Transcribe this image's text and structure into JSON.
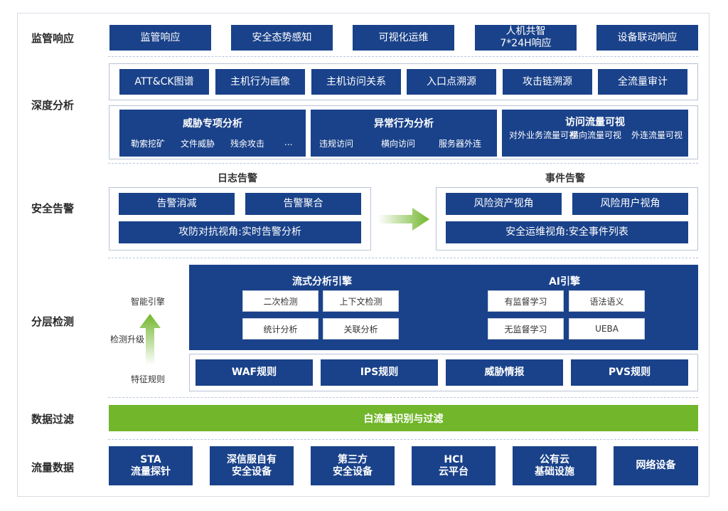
{
  "rows": {
    "monitor": "监管响应",
    "deep": "深度分析",
    "alarm": "安全告警",
    "layered": "分层检测",
    "filter": "数据过滤",
    "traffic": "流量数据"
  },
  "monitor_boxes": [
    "监管响应",
    "安全态势感知",
    "可视化运维",
    [
      "人机共智",
      "7*24H响应"
    ],
    "设备联动响应"
  ],
  "deep_top": [
    "ATT&CK图谱",
    "主机行为画像",
    "主机访问关系",
    "入口点溯源",
    "攻击链溯源",
    "全流量审计"
  ],
  "threat_panel": {
    "title": "威胁专项分析",
    "items": [
      "勒索挖矿",
      "文件威胁",
      "残余攻击",
      "..."
    ]
  },
  "anomaly_panel": {
    "title": "异常行为分析",
    "items": [
      "违规访问",
      "横向访问",
      "服务器外连"
    ]
  },
  "visit_panel": {
    "title": "访问流量可视",
    "items": [
      [
        "对外业务",
        "流量可视"
      ],
      [
        "横向流量",
        "可视"
      ],
      [
        "外连流量",
        "可视"
      ]
    ]
  },
  "log_alarm": {
    "heading": "日志告警",
    "boxes": [
      "告警消减",
      "告警聚合"
    ],
    "wide": "攻防对抗视角:实时告警分析"
  },
  "event_alarm": {
    "heading": "事件告警",
    "boxes": [
      "风险资产视角",
      "风险用户视角"
    ],
    "wide": "安全运维视角:安全事件列表"
  },
  "stream_engine": {
    "title": "流式分析引擎",
    "items": [
      "二次检测",
      "上下文检测",
      "统计分析",
      "关联分析"
    ]
  },
  "ai_engine": {
    "title": "AI引擎",
    "items": [
      "有监督学习",
      "语法语义",
      "无监督学习",
      "UEBA"
    ]
  },
  "upgrade": {
    "top": "智能引擎",
    "middle": [
      "检测",
      "升级"
    ],
    "bottom": "特征规则"
  },
  "rules": [
    "WAF规则",
    "IPS规则",
    "威胁情报",
    "PVS规则"
  ],
  "filter_bar": "白流量识别与过滤",
  "traffic_boxes": [
    [
      "STA",
      "流量探针"
    ],
    [
      "深信服自有",
      "安全设备"
    ],
    [
      "第三方",
      "安全设备"
    ],
    [
      "HCI",
      "云平台"
    ],
    [
      "公有云",
      "基础设施"
    ],
    [
      "网络设备"
    ]
  ],
  "colors": {
    "navy": "#1a428a",
    "green": "#72b62c"
  }
}
